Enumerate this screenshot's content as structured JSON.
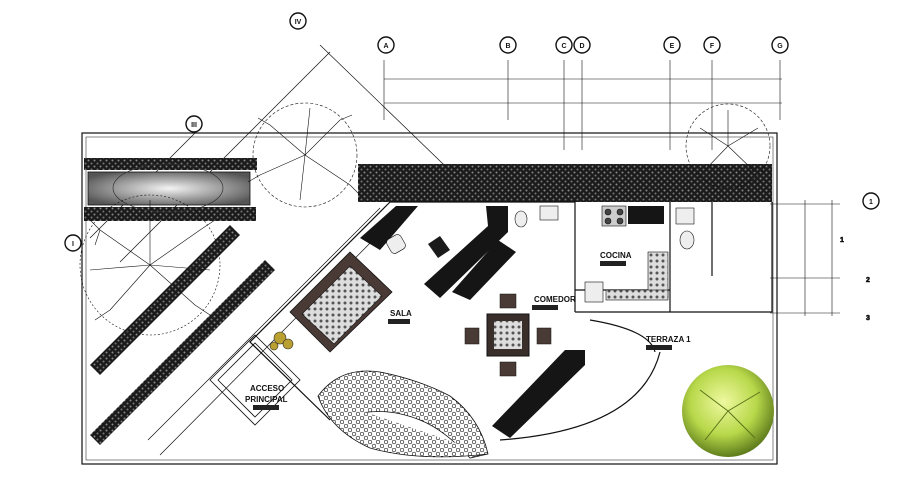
{
  "axes_top": [
    "A",
    "B",
    "C",
    "D",
    "E",
    "F",
    "G"
  ],
  "axes_right": [
    "1",
    "2",
    "3"
  ],
  "axes_diagonal": [
    "IV",
    "III",
    "I"
  ],
  "rooms": {
    "sala": "SALA",
    "comedor": "COMEDOR",
    "cocina": "COCINA",
    "terraza": "TERRAZA 1",
    "acceso_line1": "ACCESO",
    "acceso_line2": "PRINCIPAL"
  },
  "dimension_marks": {
    "right_1": "1",
    "right_2": "2",
    "right_3": "3"
  },
  "colors": {
    "line": "#111111",
    "hedge": "#1a1a1a",
    "sofa": "#4a3a35",
    "tree_highlight": "#d8f070",
    "tree_shadow": "#6a8a20"
  }
}
